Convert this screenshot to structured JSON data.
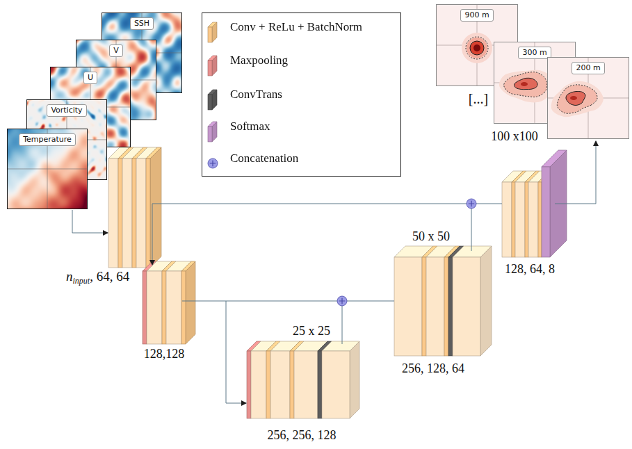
{
  "diagram": {
    "nodes": [
      {
        "text": [
          "SSH"
        ]
      },
      {
        "text": [
          "V"
        ]
      },
      {
        "text": [
          "U"
        ]
      },
      {
        "text": [
          "Vorticity"
        ]
      },
      {
        "text": [
          "Temperature"
        ]
      },
      {
        "text": [
          "900 m"
        ]
      },
      {
        "text": [
          "300 m"
        ]
      },
      {
        "text": [
          "200 m"
        ]
      }
    ],
    "labels": [
      "n",
      "input",
      ", 64, 64",
      "128,128",
      "25 x 25",
      "256, 256, 128",
      "50 x 50",
      "256, 128, 64",
      "100 x100",
      "128, 64, 8",
      "[...]"
    ],
    "legend": [
      {
        "text": "Conv + ReLu + BatchNorm",
        "color": "#fbc98a"
      },
      {
        "text": "Maxpooling",
        "color": "#e8908e"
      },
      {
        "text": "ConvTrans",
        "color": "#5c5c5c"
      },
      {
        "text": "Softmax",
        "color": "#c597cc"
      },
      {
        "text": "Concatenation"
      }
    ]
  }
}
